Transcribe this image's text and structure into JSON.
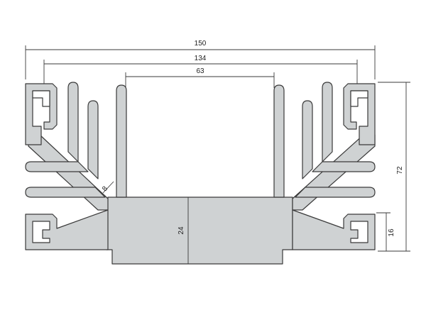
{
  "diagram": {
    "profile_color": "#cfd2d3",
    "line_color": "#3a3a3a",
    "dimensions": {
      "overall_width": "150",
      "slot_span": "134",
      "cavity_width": "63",
      "overall_height": "72",
      "base_height": "24",
      "slot_height": "16",
      "fin_thickness": "8"
    }
  }
}
